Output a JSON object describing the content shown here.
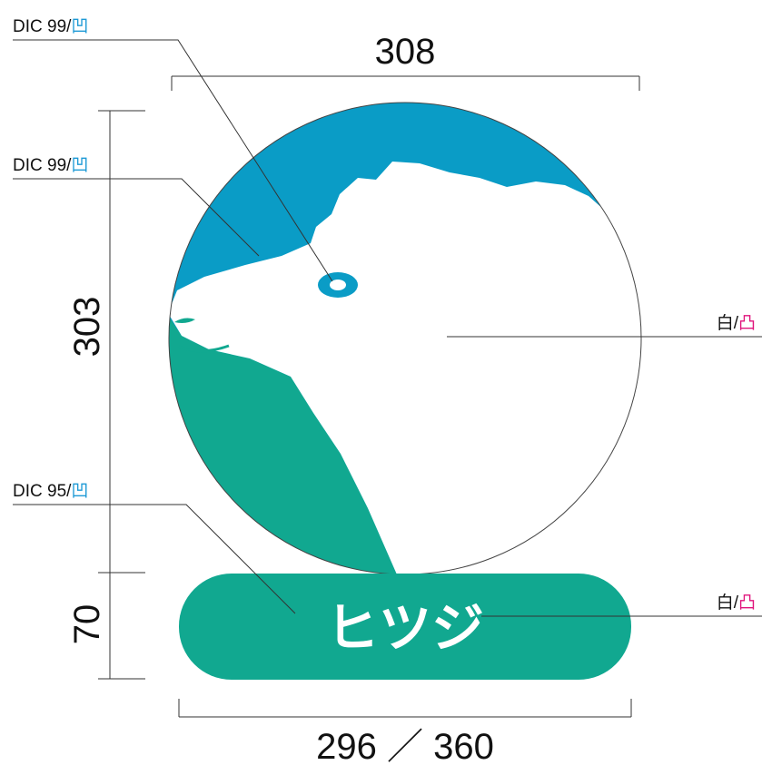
{
  "dimensions": {
    "top_width": "308",
    "circle_height": "303",
    "plate_height": "70",
    "bottom_width": "296 ／ 360"
  },
  "callouts": [
    {
      "code": "DIC 99/",
      "mark": "凹",
      "mark_color": "#1e9ad6"
    },
    {
      "code": "DIC 99/",
      "mark": "凹",
      "mark_color": "#1e9ad6"
    },
    {
      "code": "DIC 95/",
      "mark": "凹",
      "mark_color": "#1e9ad6"
    },
    {
      "code": "白/",
      "mark": "凸",
      "mark_color": "#e0147c"
    },
    {
      "code": "白/",
      "mark": "凸",
      "mark_color": "#e0147c"
    }
  ],
  "sign": {
    "label": "ヒツジ"
  },
  "colors": {
    "sky_blue": "#0a9cc6",
    "teal_green": "#11a890",
    "white": "#ffffff",
    "line": "#333333"
  }
}
